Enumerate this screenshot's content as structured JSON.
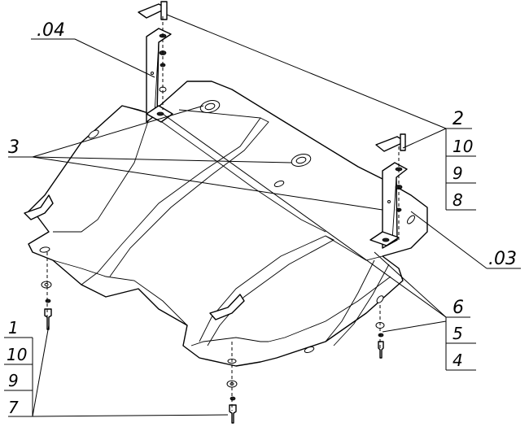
{
  "labels": {
    "ref_04": ".04",
    "ref_03": ".03",
    "ref_3": "3",
    "ref_2": "2",
    "ref_6": "6",
    "stack_right_top": [
      "10",
      "9",
      "8"
    ],
    "stack_right_bottom": [
      "5",
      "4"
    ],
    "stack_left": [
      "1",
      "10",
      "9",
      "7"
    ]
  }
}
